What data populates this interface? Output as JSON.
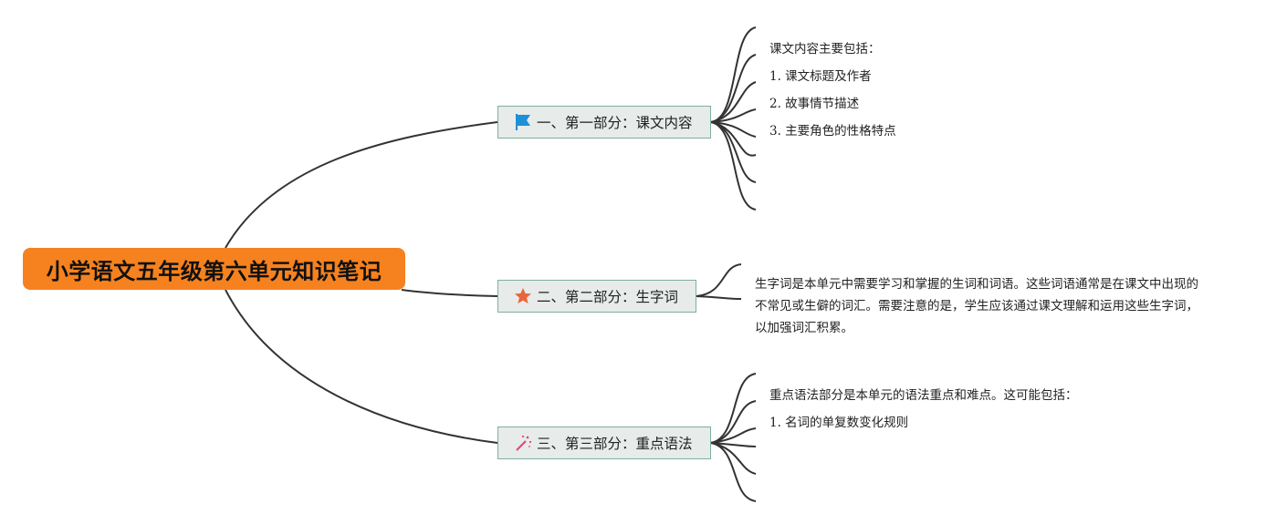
{
  "root": {
    "title": "小学语文五年级第六单元知识笔记"
  },
  "branches": [
    {
      "label": "一、第一部分：课文内容",
      "icon": "flag-icon",
      "leaves": [
        "课文内容主要包括：",
        "1. 课文标题及作者",
        "2. 故事情节描述",
        "3. 主要角色的性格特点"
      ]
    },
    {
      "label": "二、第二部分：生字词",
      "icon": "star-icon",
      "text": "生字词是本单元中需要学习和掌握的生词和词语。这些词语通常是在课文中出现的不常见或生僻的词汇。需要注意的是，学生应该通过课文理解和运用这些生字词，以加强词汇积累。"
    },
    {
      "label": "三、第三部分：重点语法",
      "icon": "magic-wand-icon",
      "leaves": [
        "重点语法部分是本单元的语法重点和难点。这可能包括：",
        "1. 名词的单复数变化规则"
      ]
    }
  ],
  "colors": {
    "root_bg": "#f5821f",
    "branch_bg": "#e7ebea",
    "branch_border": "#7faf9f",
    "line": "#333333",
    "flag": "#1e90d8",
    "star": "#e8663a",
    "wand": "#e0457b"
  }
}
